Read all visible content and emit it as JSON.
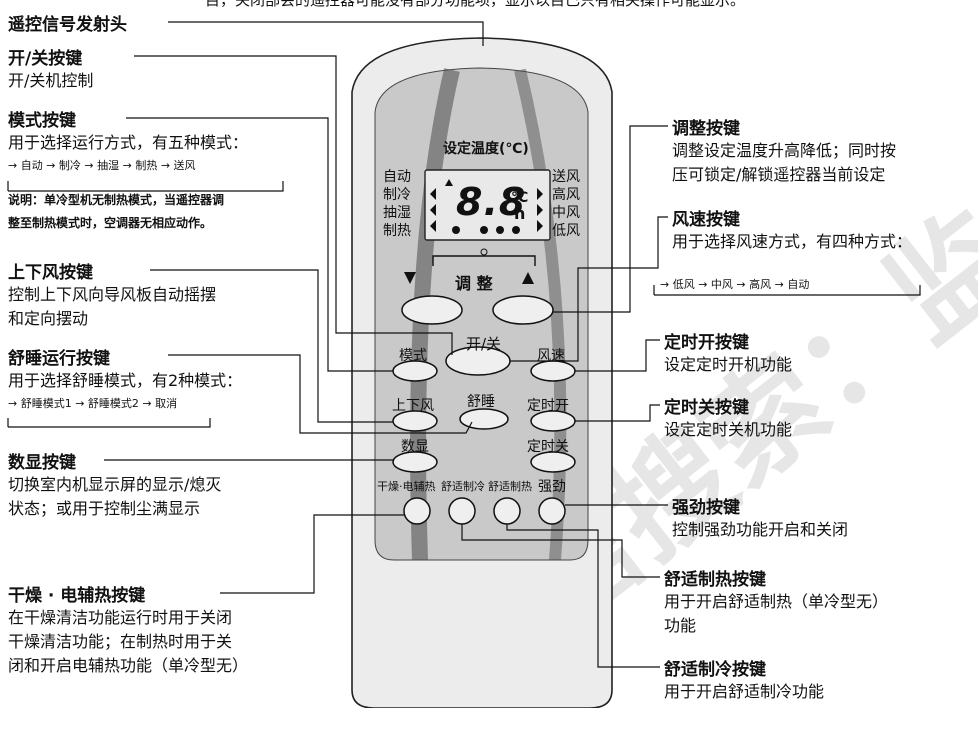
{
  "top_text": "目，关闭部会的遥控器可能没有部分功能项，显示以目已只有相关操作可能显示。",
  "watermark": "微信搜索：监领星",
  "left": [
    {
      "title": "遥控信号发射头",
      "lines": []
    },
    {
      "title": "开/关按键",
      "lines": [
        "开/关机控制"
      ]
    },
    {
      "title": "模式按键",
      "lines": [
        "用于选择运行方式，有五种模式："
      ],
      "sequence": "→ 自动 → 制冷 → 抽湿 → 制热 → 送风",
      "note": [
        "说明：单冷型机无制热模式，当遥控器调",
        "整至制热模式时，空调器无相应动作。"
      ]
    },
    {
      "title": "上下风按键",
      "lines": [
        "控制上下风向导风板自动摇摆",
        "和定向摆动"
      ]
    },
    {
      "title": "舒睡运行按键",
      "lines": [
        "用于选择舒睡模式，有2种模式："
      ],
      "sequence": "→ 舒睡模式1 → 舒睡模式2 → 取消"
    },
    {
      "title": "数显按键",
      "lines": [
        "切换室内机显示屏的显示/熄灭",
        "状态；或用于控制尘满显示"
      ]
    },
    {
      "title": "干燥 · 电辅热按键",
      "lines": [
        "在干燥清洁功能运行时用于关闭",
        "干燥清洁功能；在制热时用于关",
        "闭和开启电辅热功能（单冷型无）"
      ]
    }
  ],
  "right": [
    {
      "title": "调整按键",
      "lines": [
        "调整设定温度升高降低；同时按",
        "压可锁定/解锁遥控器当前设定"
      ]
    },
    {
      "title": "风速按键",
      "lines": [
        "用于选择风速方式，有四种方式："
      ],
      "sequence": "→ 低风 → 中风 → 高风 → 自动"
    },
    {
      "title": "定时开按键",
      "lines": [
        "设定定时开机功能"
      ]
    },
    {
      "title": "定时关按键",
      "lines": [
        "设定定时关机功能"
      ]
    },
    {
      "title": "强劲按键",
      "lines": [
        "控制强劲功能开启和关闭"
      ]
    },
    {
      "title": "舒适制热按键",
      "lines": [
        "用于开启舒适制热（单冷型无）",
        "功能"
      ]
    },
    {
      "title": "舒适制冷按键",
      "lines": [
        "用于开启舒适制冷功能"
      ]
    }
  ],
  "remote": {
    "display_title": "设定温度(℃)",
    "modes": [
      "自动",
      "制冷",
      "抽湿",
      "制热"
    ],
    "fans": [
      "送风",
      "高风",
      "中风",
      "低风"
    ],
    "lcd_digits": "8.8",
    "lcd_unit": "°C",
    "lcd_h": "h",
    "adjust_label": "调 整",
    "buttons": {
      "power": "开/关",
      "mode": "模式",
      "fan": "风速",
      "swing": "上下风",
      "sleep": "舒睡",
      "timer_on": "定时开",
      "display": "数显",
      "timer_off": "定时关",
      "dry": "干燥·电辅热",
      "comfort_cool": "舒适制冷",
      "comfort_heat": "舒适制热",
      "turbo": "强劲"
    }
  },
  "colors": {
    "remote_outer": "#e8e8e8",
    "remote_panel": "#c9c9c9",
    "lcd": "#e9e9e9",
    "ink": "#111111"
  }
}
